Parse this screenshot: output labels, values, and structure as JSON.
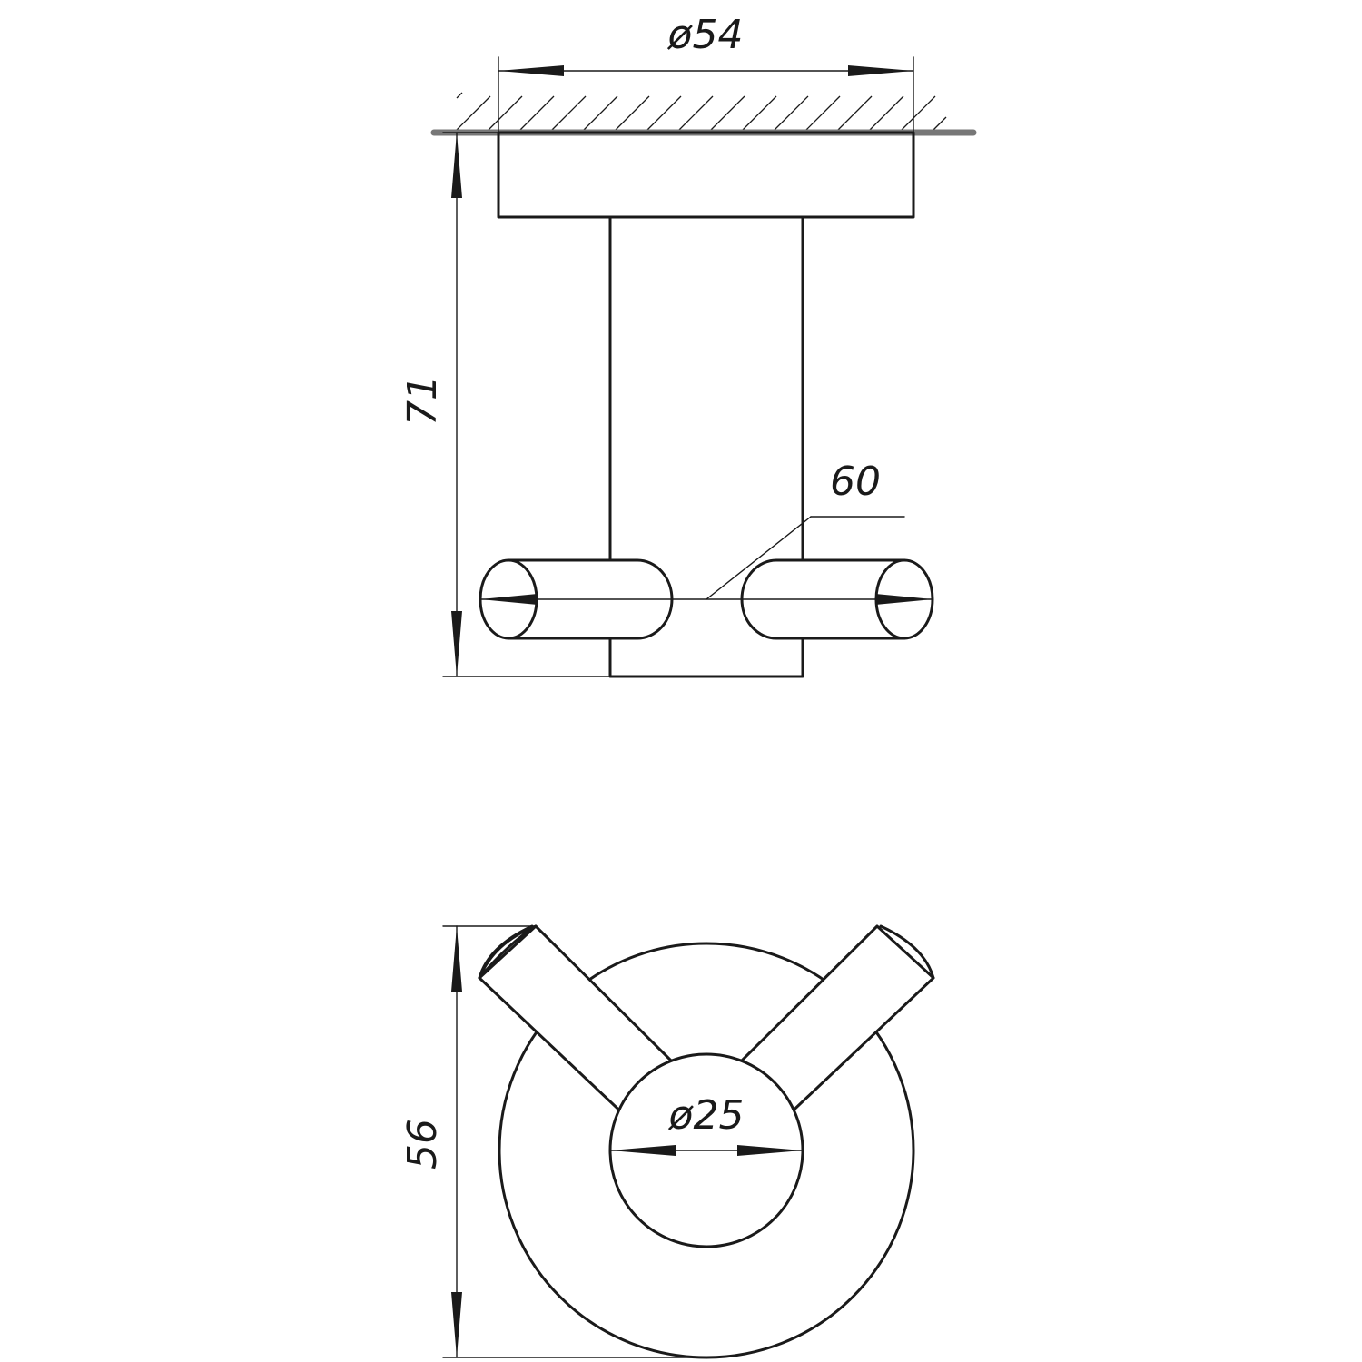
{
  "drawing": {
    "views": [
      "side-view",
      "front-view"
    ],
    "dimensions": {
      "base_diameter": "ø54",
      "height": "71",
      "hook_span": "60",
      "depth": "56",
      "stem_diameter": "ø25"
    }
  }
}
